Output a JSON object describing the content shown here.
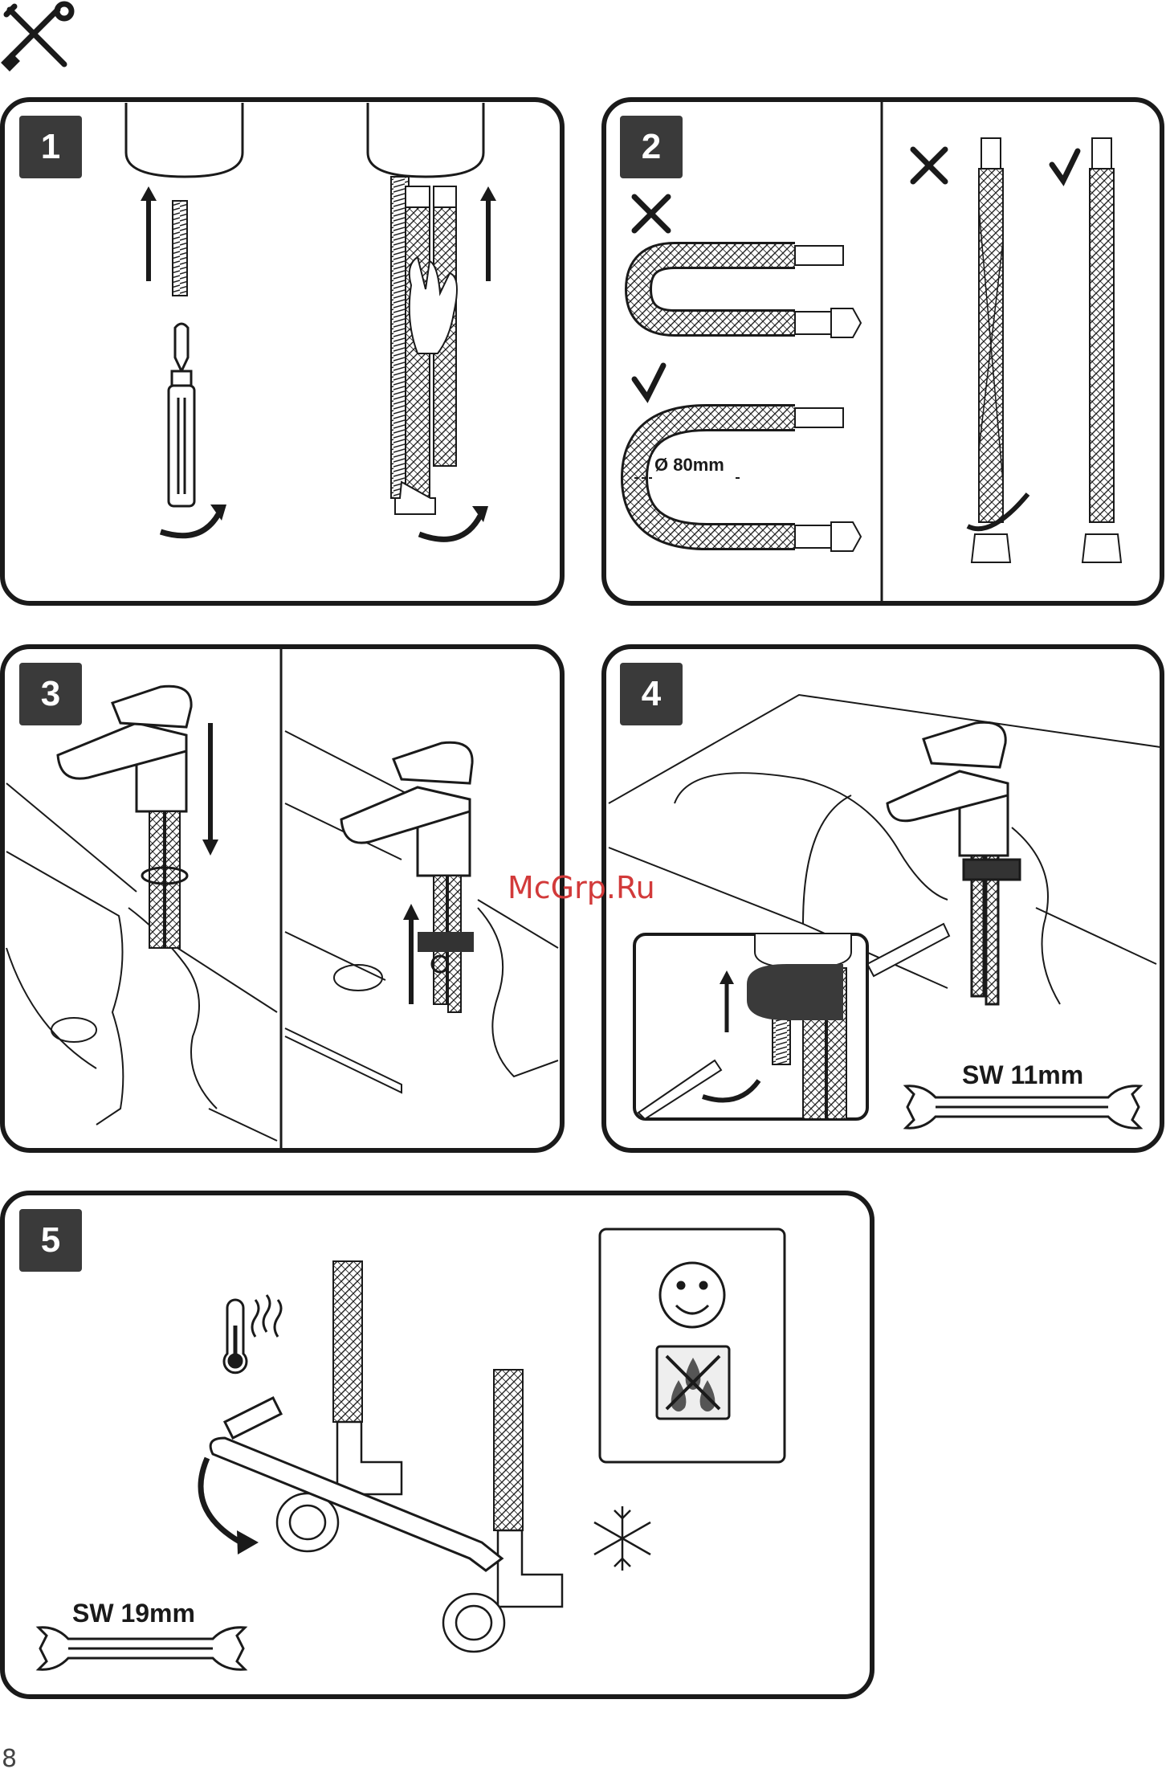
{
  "header": {
    "icon": "tools-icon"
  },
  "steps": [
    {
      "number": "1"
    },
    {
      "number": "2",
      "diameter_label": "Ø 80mm"
    },
    {
      "number": "3"
    },
    {
      "number": "4",
      "wrench_label": "SW 11mm"
    },
    {
      "number": "5",
      "wrench_label": "SW 19mm"
    }
  ],
  "watermark": "McGrp.Ru",
  "page_number": "8",
  "colors": {
    "frame": "#1a1a1a",
    "badge": "#3a3a3a",
    "watermark": "#d23a3a"
  }
}
